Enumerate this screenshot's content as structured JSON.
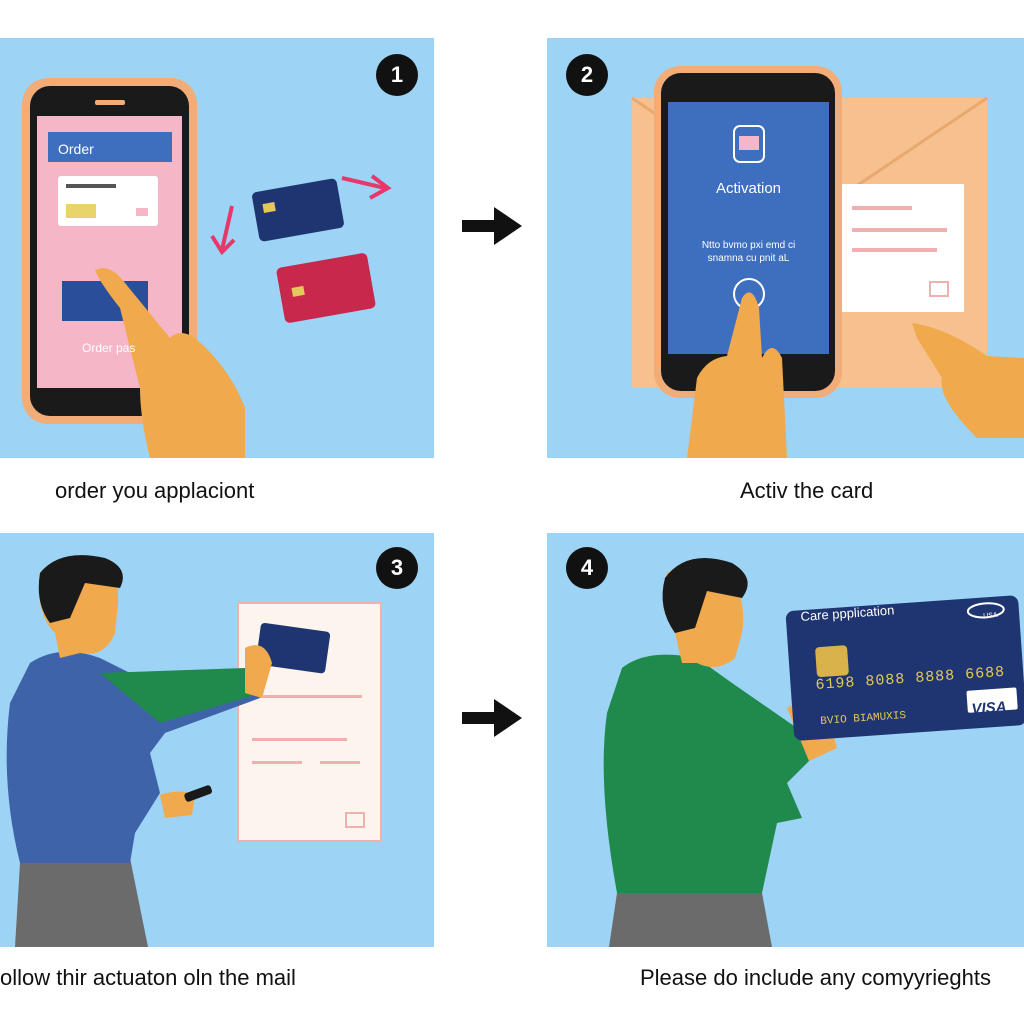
{
  "steps": [
    {
      "number": "1",
      "caption": "order you applaciont",
      "screen_title": "Order",
      "screen_bottom_text": "Order pas"
    },
    {
      "number": "2",
      "caption": "Activ the card",
      "screen_title": "Activation",
      "screen_line1": "Ntto bvmo pxi emd ci",
      "screen_line2": "snamna cu pnit aL"
    },
    {
      "number": "3",
      "caption": "ollow thir actuaton oln the mail"
    },
    {
      "number": "4",
      "caption": "Please do include any comyyrieghts",
      "card_title": "Care ppplication",
      "card_number": "6198 8088 8888 6688",
      "card_holder": "BVIO BIAMUXIS",
      "card_brand": "VISA",
      "card_brand_small": "USA"
    }
  ],
  "colors": {
    "panel_bg": "#9dd3f5",
    "phone_frame": "#f2ac78",
    "pink_screen": "#f5b6c8",
    "blue_screen": "#3e6fbf",
    "envelope": "#f6c18e",
    "card_navy": "#1f3572",
    "card_red": "#c8284c",
    "skin": "#f1a94e",
    "shirt_blue": "#3f63a8",
    "shirt_green": "#1f8a4c",
    "pants_gray": "#6b6b6b",
    "hair": "#1a1a1a"
  }
}
